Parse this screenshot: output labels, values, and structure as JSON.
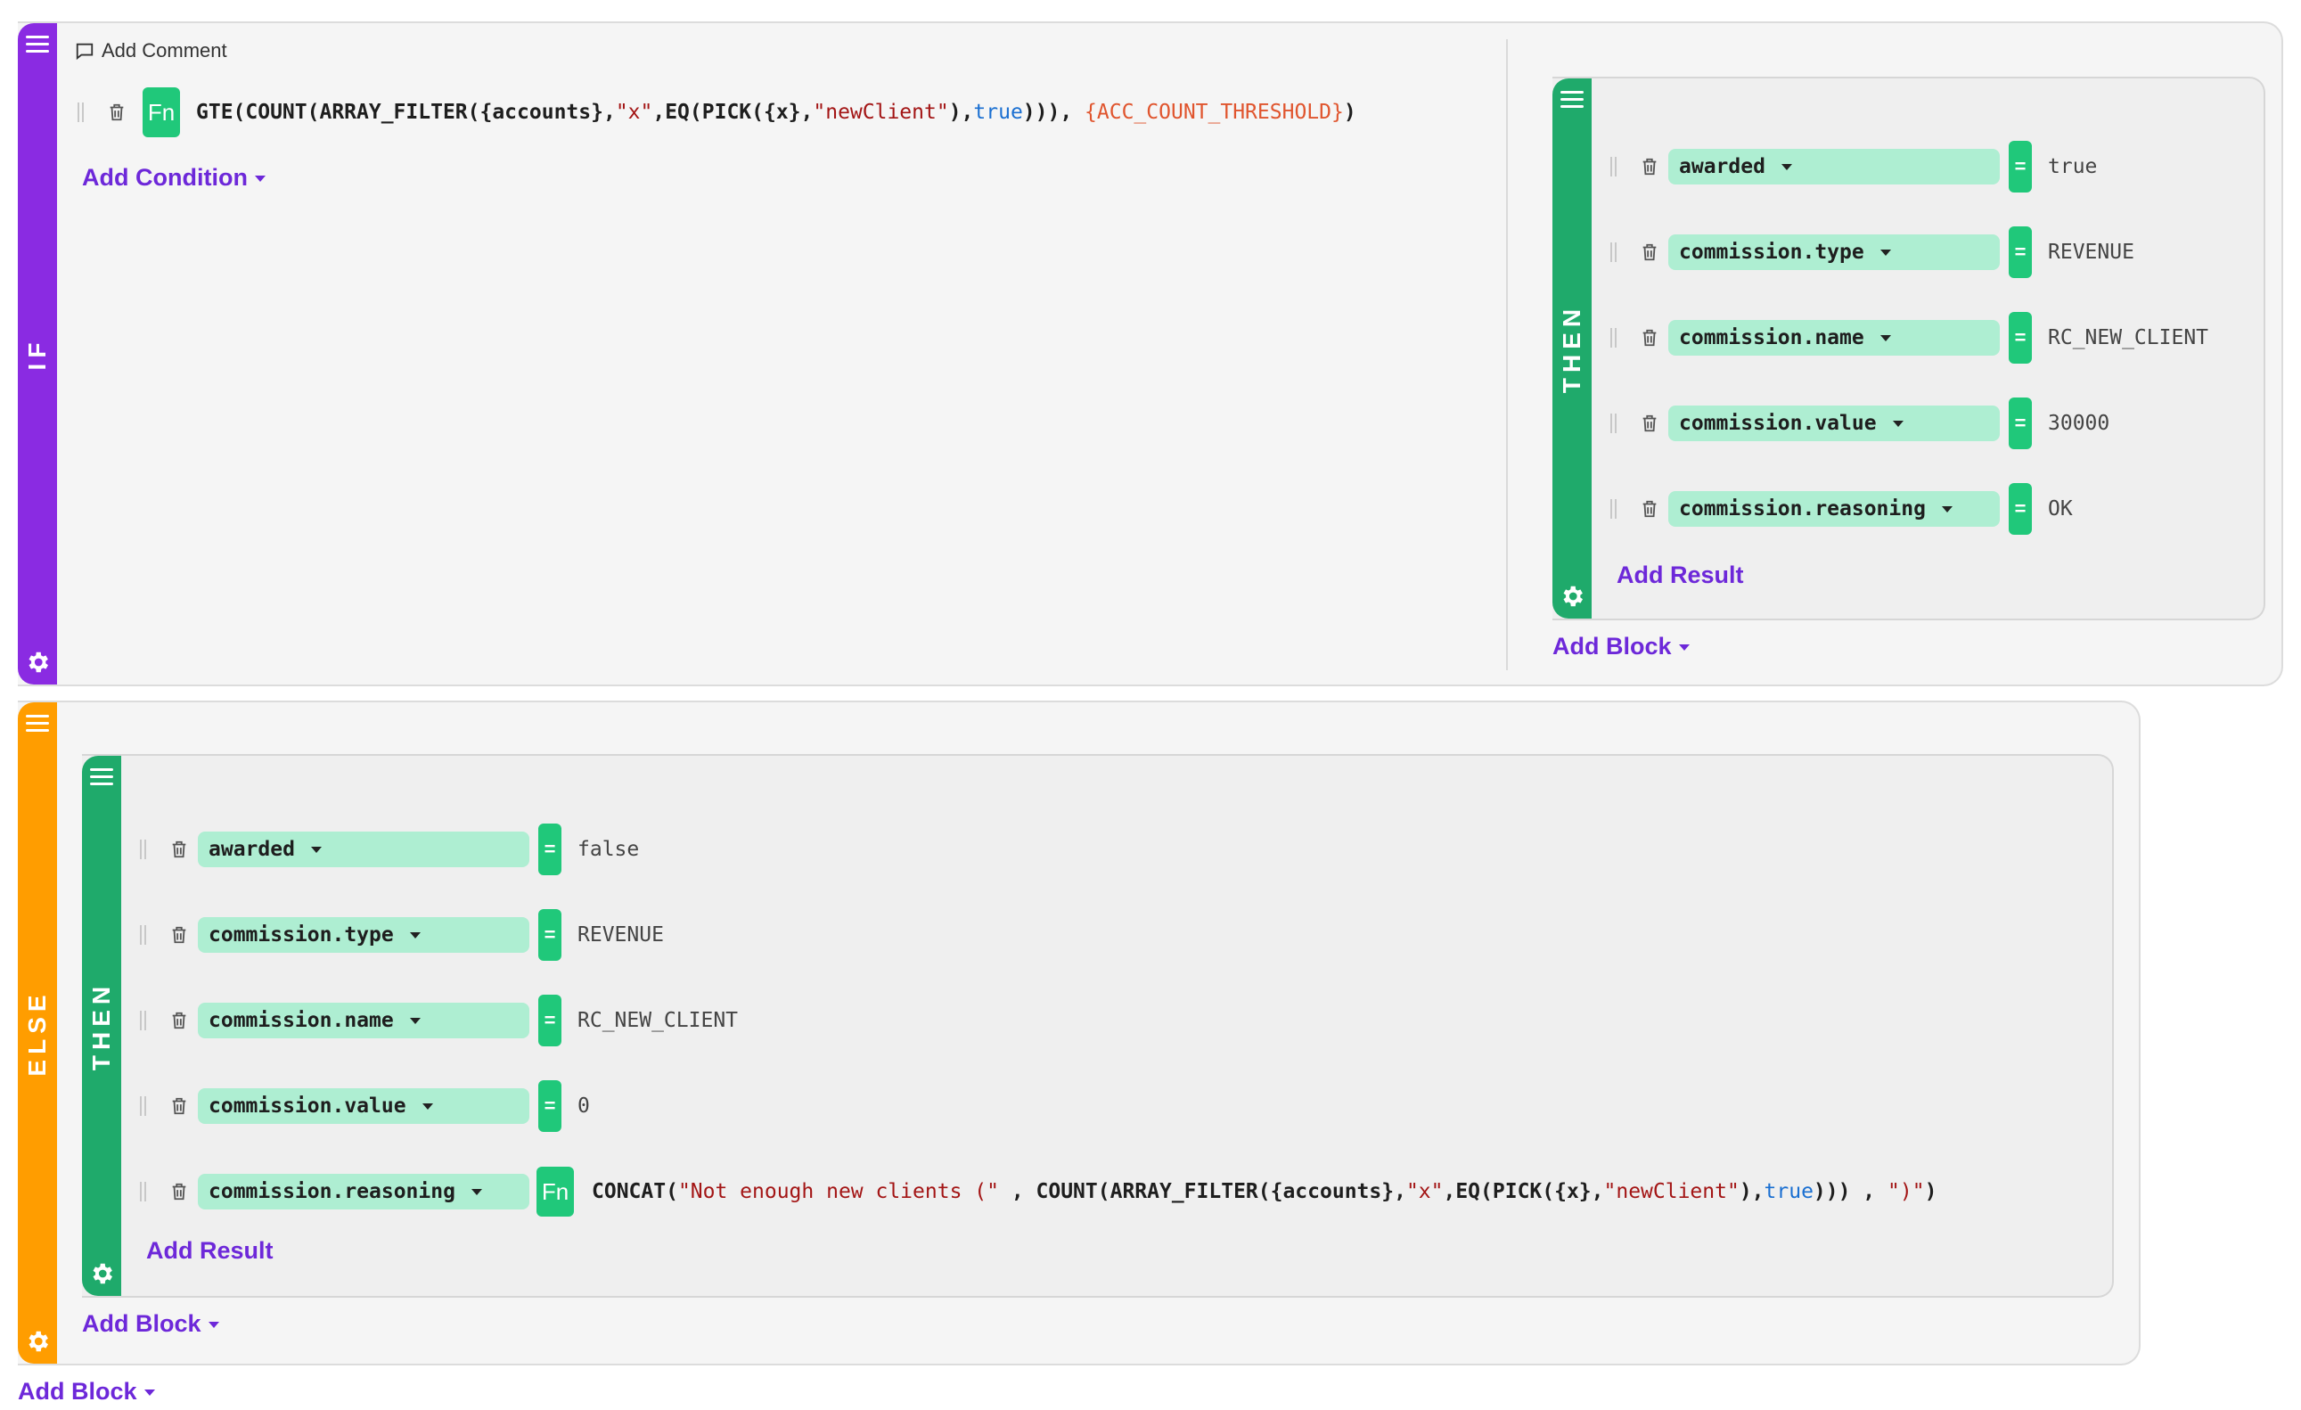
{
  "if_block": {
    "label": "IF",
    "add_comment": "Add Comment",
    "condition": {
      "prefix": "GTE(COUNT(ARRAY_FILTER({accounts},",
      "str1": "\"x\"",
      "mid1": ",EQ(PICK({x},",
      "str2": "\"newClient\"",
      "mid2": "),",
      "kw": "true",
      "mid3": "))), ",
      "var": "{ACC_COUNT_THRESHOLD}",
      "suffix": ")"
    },
    "fn_label": "Fn",
    "add_condition": "Add Condition",
    "then": {
      "label": "THEN",
      "rows": [
        {
          "field": "awarded",
          "op": "=",
          "value": "true"
        },
        {
          "field": "commission.type",
          "op": "=",
          "value": "REVENUE"
        },
        {
          "field": "commission.name",
          "op": "=",
          "value": "RC_NEW_CLIENT"
        },
        {
          "field": "commission.value",
          "op": "=",
          "value": "30000"
        },
        {
          "field": "commission.reasoning",
          "op": "=",
          "value": "OK"
        }
      ],
      "add_result": "Add Result"
    },
    "add_block": "Add Block"
  },
  "else_block": {
    "label": "ELSE",
    "then": {
      "label": "THEN",
      "rows": [
        {
          "field": "awarded",
          "op": "=",
          "value": "false"
        },
        {
          "field": "commission.type",
          "op": "=",
          "value": "REVENUE"
        },
        {
          "field": "commission.name",
          "op": "=",
          "value": "RC_NEW_CLIENT"
        },
        {
          "field": "commission.value",
          "op": "=",
          "value": "0"
        }
      ],
      "reasoning_row": {
        "field": "commission.reasoning",
        "fn_label": "Fn",
        "expr": {
          "p1": "CONCAT(",
          "s1": "\"Not enough new clients (\"",
          "p2": " , COUNT(ARRAY_FILTER({accounts},",
          "s2": "\"x\"",
          "p3": ",EQ(PICK({x},",
          "s3": "\"newClient\"",
          "p4": "),",
          "k1": "true",
          "p5": "))) , ",
          "s4": "\")\"",
          "p6": ")"
        }
      },
      "add_result": "Add Result"
    },
    "add_block": "Add Block"
  },
  "root_add_block": "Add Block",
  "colors": {
    "if_bar": "#8a2be2",
    "else_bar": "#ff9d00",
    "then_bar": "#1faa6b",
    "field_bg": "#aeeed2",
    "eq_bg": "#20c87a",
    "link": "#6d28d9"
  }
}
